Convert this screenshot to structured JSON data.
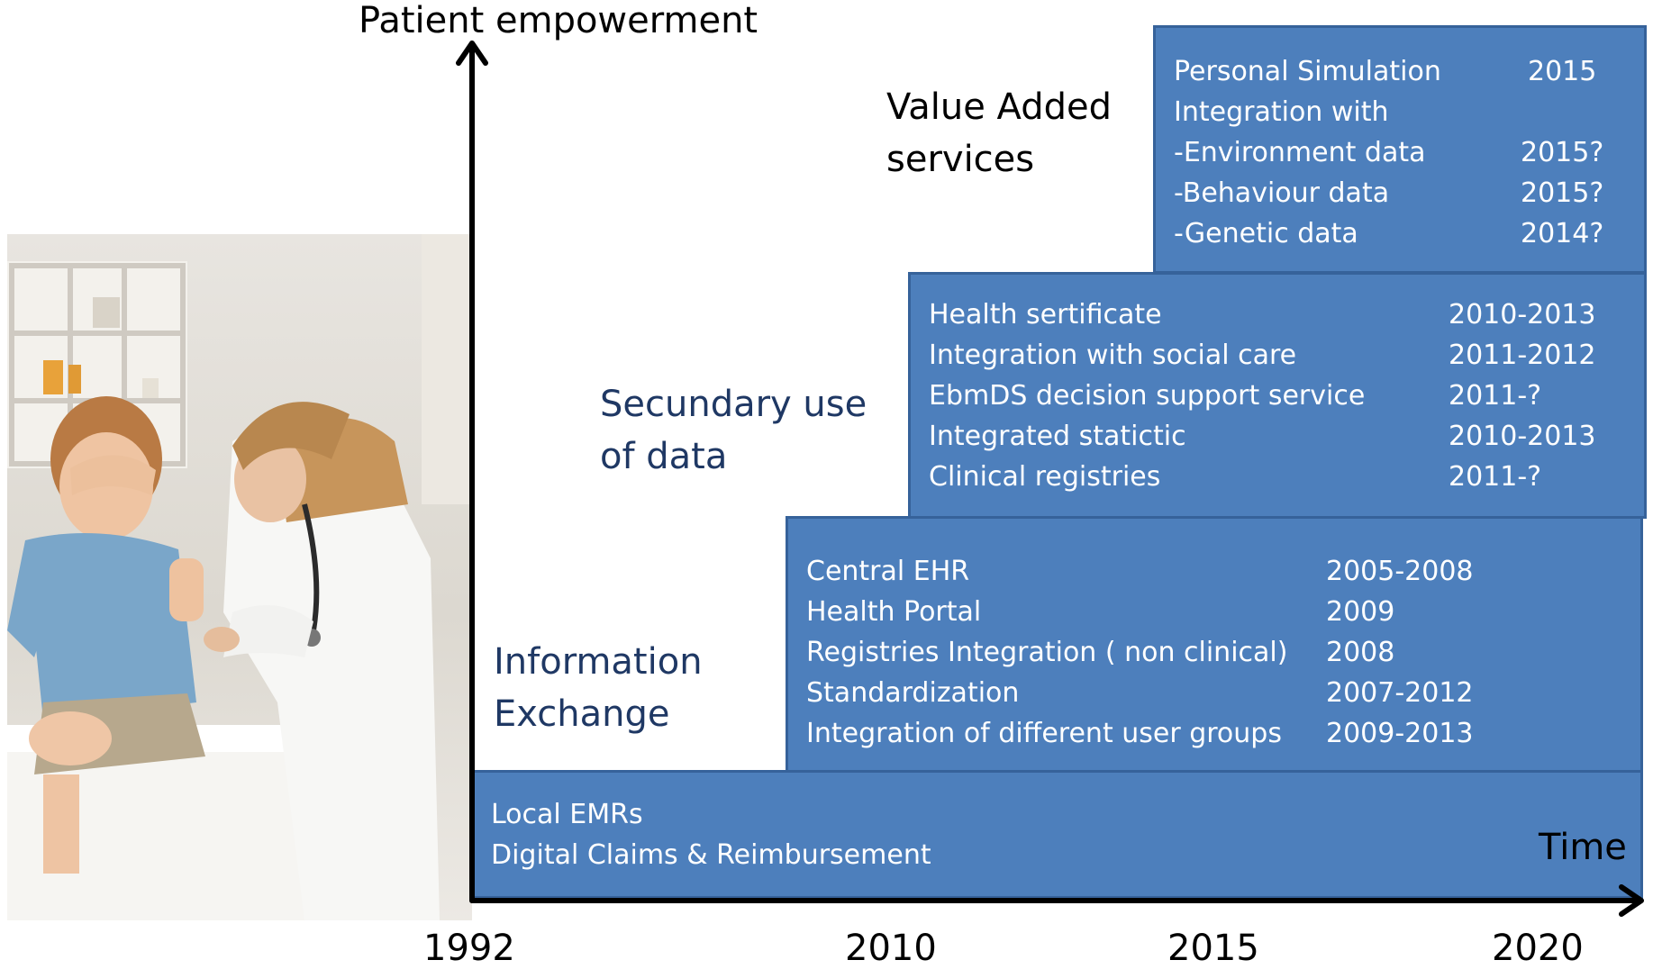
{
  "axis": {
    "y_label": "Patient empowerment",
    "x_label": "Time",
    "ticks": [
      "1992",
      "2010",
      "2015",
      "2020"
    ]
  },
  "stages": {
    "value_added": {
      "line1": "Value Added",
      "line2": "services"
    },
    "secondary": {
      "line1": "Secundary use",
      "line2": "of data"
    },
    "exchange": {
      "line1": "Information",
      "line2": "Exchange"
    }
  },
  "boxes": {
    "local": {
      "rows": [
        {
          "label": "Local EMRs",
          "year": ""
        },
        {
          "label": "Digital Claims & Reimbursement",
          "year": ""
        }
      ]
    },
    "exchange": {
      "rows": [
        {
          "label": "Central EHR",
          "year": "2005-2008"
        },
        {
          "label": "Health Portal",
          "year": "2009"
        },
        {
          "label": "Registries Integration ( non clinical)",
          "year": "2008"
        },
        {
          "label": "Standardization",
          "year": "2007-2012"
        },
        {
          "label": "Integration of  different user groups",
          "year": "2009-2013"
        }
      ]
    },
    "secondary": {
      "rows": [
        {
          "label": "Health sertificate",
          "year": "2010-2013"
        },
        {
          "label": "Integration with social care",
          "year": "2011-2012"
        },
        {
          "label": "EbmDS  decision support service",
          "year": "2011-?"
        },
        {
          "label": "Integrated statictic",
          "year": "2010-2013"
        },
        {
          "label": "Clinical registries",
          "year": "2011-?"
        }
      ]
    },
    "value_added": {
      "rows": [
        {
          "label": "Personal Simulation",
          "year": "2015"
        },
        {
          "label": "Integration with",
          "year": ""
        },
        {
          "label": "-Environment data",
          "year": "2015?"
        },
        {
          "label": "-Behaviour data",
          "year": "2015?"
        },
        {
          "label": "-Genetic data",
          "year": "2014?"
        }
      ]
    }
  },
  "colors": {
    "box_fill": "#4d7fbc",
    "box_border": "#36629a",
    "stage_text": "#1f3864"
  },
  "image": {
    "subject": "doctor-vaccinating-child-photo"
  }
}
